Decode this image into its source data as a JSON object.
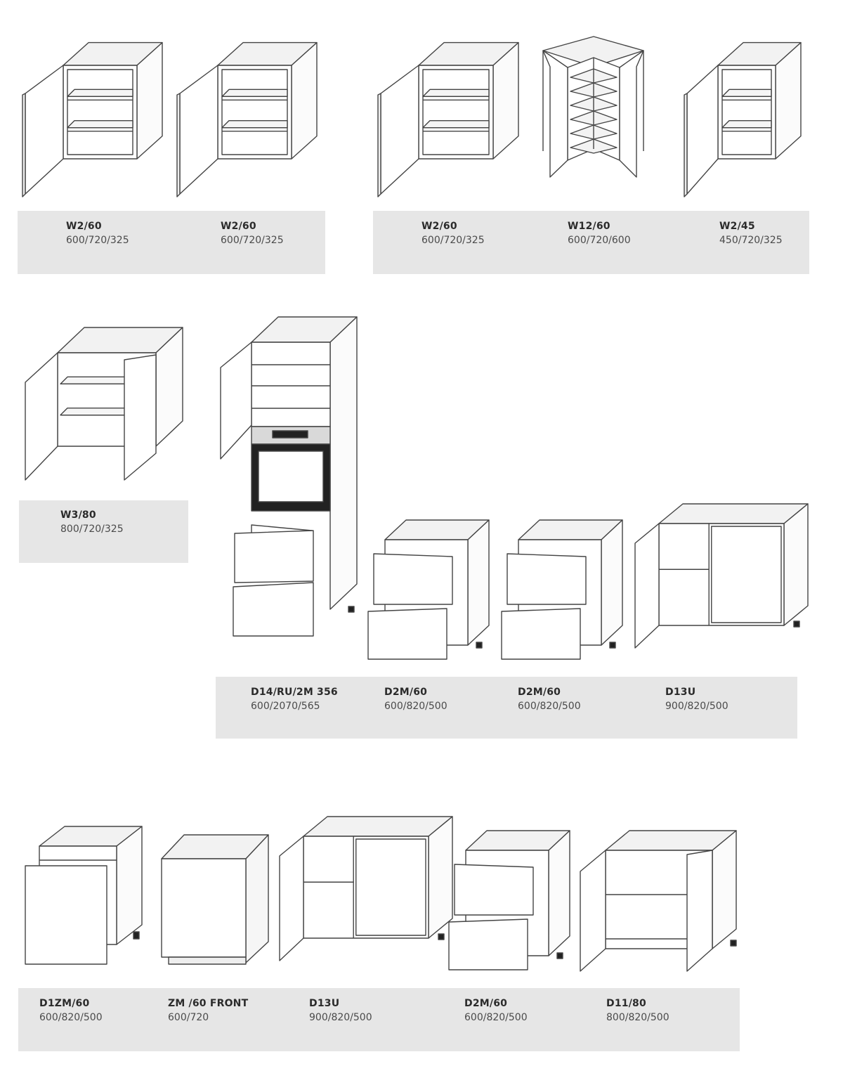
{
  "rows": [
    {
      "groups": [
        {
          "items": [
            {
              "code": "W2/60",
              "dims": "600/720/325"
            },
            {
              "code": "W2/60",
              "dims": "600/720/325"
            }
          ]
        },
        {
          "items": [
            {
              "code": "W2/60",
              "dims": "600/720/325"
            },
            {
              "code": "W12/60",
              "dims": "600/720/600"
            },
            {
              "code": "W2/45",
              "dims": "450/720/325"
            }
          ]
        }
      ]
    },
    {
      "groups": [
        {
          "items": [
            {
              "code": "W3/80",
              "dims": "800/720/325"
            }
          ]
        },
        {
          "items": [
            {
              "code": "D14/RU/2M 356",
              "dims": "600/2070/565"
            },
            {
              "code": "D2M/60",
              "dims": "600/820/500"
            },
            {
              "code": "D2M/60",
              "dims": "600/820/500"
            },
            {
              "code": "D13U",
              "dims": "900/820/500"
            }
          ]
        }
      ]
    },
    {
      "groups": [
        {
          "items": [
            {
              "code": "D1ZM/60",
              "dims": "600/820/500"
            },
            {
              "code": "ZM /60 FRONT",
              "dims": "600/720"
            },
            {
              "code": "D13U",
              "dims": "900/820/500"
            },
            {
              "code": "D2M/60",
              "dims": "600/820/500"
            },
            {
              "code": "D11/80",
              "dims": "800/820/500"
            }
          ]
        }
      ]
    }
  ],
  "colors": {
    "band": "#e6e6e6",
    "line": "#444444",
    "panel": "#f2f2f2",
    "oven": "#222222"
  }
}
